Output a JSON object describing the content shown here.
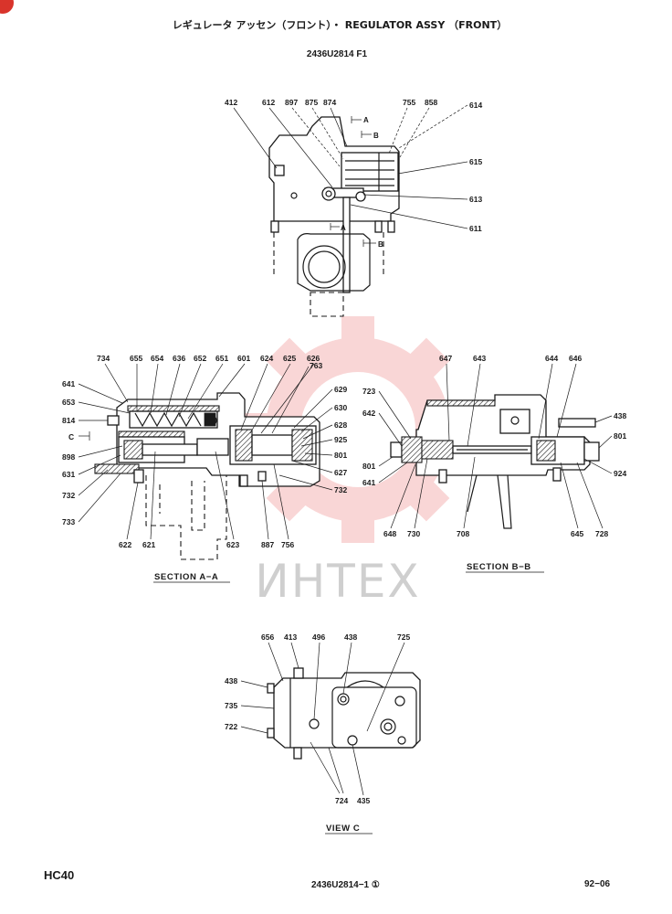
{
  "header": {
    "title": "レギュレータ アッセン（フロント）・ REGULATOR ASSY （FRONT）",
    "drawing_number": "2436U2814 F1"
  },
  "top_view": {
    "callouts": [
      "412",
      "612",
      "897",
      "875",
      "874",
      "755",
      "858",
      "614",
      "615",
      "613",
      "611"
    ],
    "section_marks": [
      "A",
      "B",
      "A",
      "B"
    ]
  },
  "section_aa": {
    "callouts_top": [
      "734",
      "655",
      "654",
      "636",
      "652",
      "651",
      "601",
      "624",
      "625",
      "626"
    ],
    "callouts_right": [
      "763",
      "629",
      "630",
      "628",
      "925",
      "801",
      "627",
      "732"
    ],
    "callouts_left": [
      "641",
      "653",
      "814",
      "898",
      "631",
      "732",
      "733"
    ],
    "callouts_bottom": [
      "622",
      "621",
      "623",
      "887",
      "756"
    ],
    "view_mark": "C",
    "caption": "SECTION A−A"
  },
  "section_bb": {
    "callouts_top": [
      "647",
      "643",
      "644",
      "646"
    ],
    "callouts_left": [
      "723",
      "642",
      "801",
      "641"
    ],
    "callouts_right": [
      "438",
      "801",
      "924"
    ],
    "callouts_bottom": [
      "648",
      "730",
      "708",
      "645",
      "728"
    ],
    "caption": "SECTION B−B"
  },
  "view_c": {
    "callouts_top": [
      "656",
      "413",
      "496",
      "438",
      "725"
    ],
    "callouts_left": [
      "438",
      "735",
      "722"
    ],
    "callouts_bottom": [
      "724",
      "435"
    ],
    "caption": "VIEW C"
  },
  "footer": {
    "model": "HC40",
    "sheet_reference": "2436U2814−1 ①",
    "page": "92−06"
  },
  "watermark": {
    "text": "ИНТЕХ"
  },
  "colors": {
    "ink": "#1a1a1a",
    "watermark_logo": "#e84a4a",
    "watermark_text": "#cfcfcf",
    "corner_badge": "#d9342b"
  }
}
